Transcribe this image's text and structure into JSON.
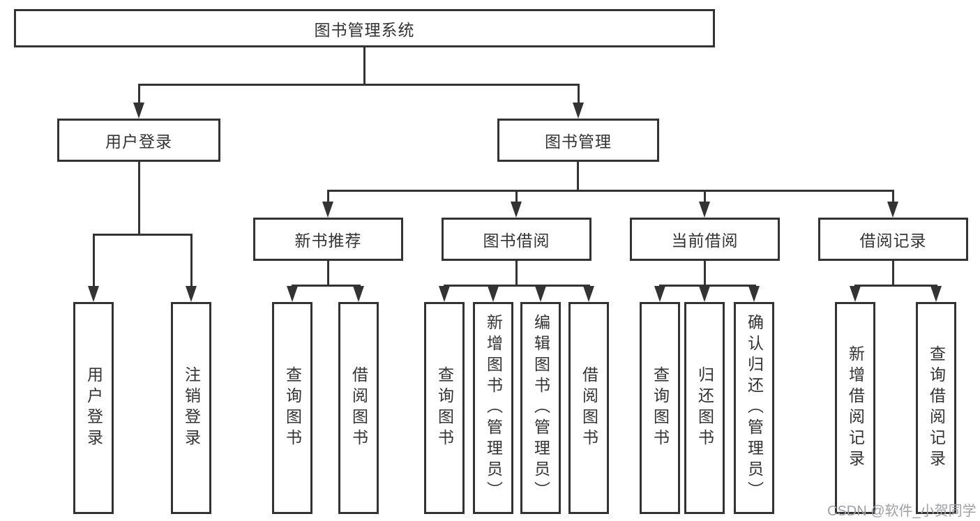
{
  "diagram": {
    "root": {
      "label": "图书管理系统"
    },
    "level2": [
      {
        "id": "user-login",
        "label": "用户登录"
      },
      {
        "id": "book-management",
        "label": "图书管理"
      }
    ],
    "level3": [
      {
        "id": "new-book-recommend",
        "label": "新书推荐"
      },
      {
        "id": "book-borrow",
        "label": "图书借阅"
      },
      {
        "id": "current-borrow",
        "label": "当前借阅"
      },
      {
        "id": "borrow-records",
        "label": "借阅记录"
      }
    ],
    "leaves": {
      "user_login": [
        {
          "label": "用户登录"
        },
        {
          "label": "注销登录"
        }
      ],
      "new_book_recommend": [
        {
          "label": "查询图书"
        },
        {
          "label": "借阅图书"
        }
      ],
      "book_borrow": [
        {
          "label": "查询图书"
        },
        {
          "label": "新增图书（管理员）"
        },
        {
          "label": "编辑图书（管理员）"
        },
        {
          "label": "借阅图书"
        }
      ],
      "current_borrow": [
        {
          "label": "查询图书"
        },
        {
          "label": "归还图书"
        },
        {
          "label": "确认归还（管理员）"
        }
      ],
      "borrow_records": [
        {
          "label": "新增借阅记录"
        },
        {
          "label": "查询借阅记录"
        }
      ]
    },
    "watermark": {
      "label": "CSDN @软件_小贺同学"
    },
    "colors": {
      "line": "#333333",
      "text": "#333333",
      "watermark": "#9fa0a4",
      "background": "#ffffff"
    }
  }
}
